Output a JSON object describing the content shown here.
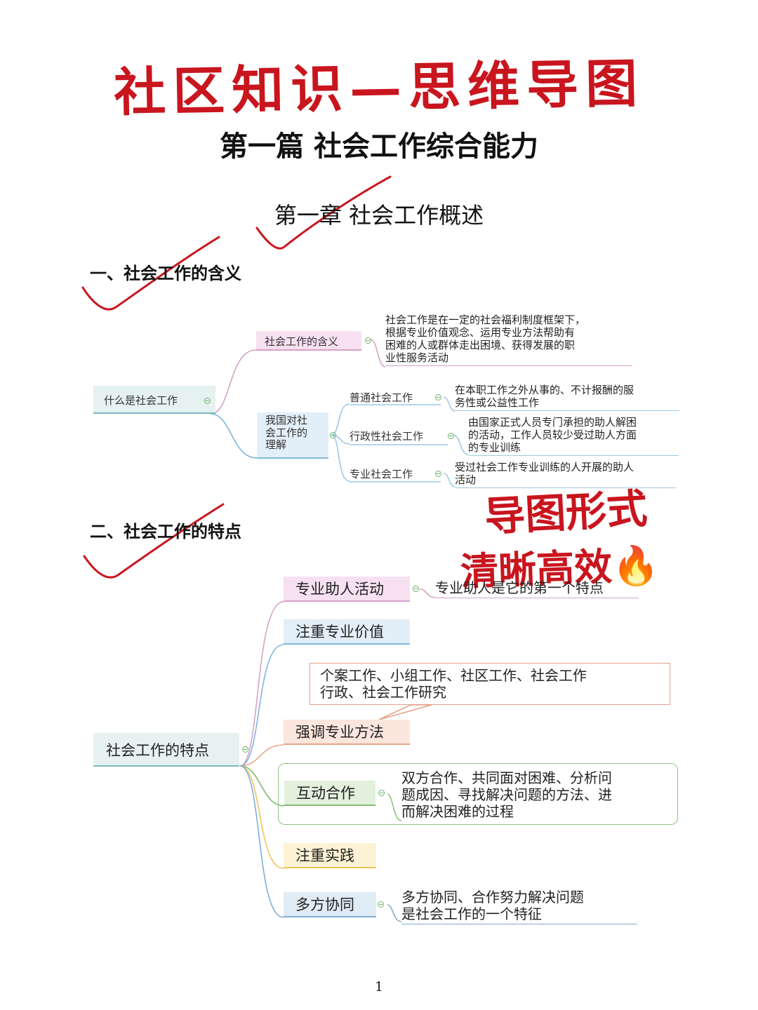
{
  "title": "社区知识—思维导图",
  "part_title": "第一篇 社会工作综合能力",
  "chapter_title": "第一章 社会工作概述",
  "sections": [
    {
      "label": "一、社会工作的含义"
    },
    {
      "label": "二、社会工作的特点"
    }
  ],
  "overlay": {
    "line1": "导图形式",
    "line2": "清晰高效",
    "emoji": "🔥"
  },
  "mindmap1": {
    "root": "什么是社会工作",
    "meaning": {
      "label": "社会工作的含义",
      "desc": [
        "社会工作是在一定的社会福利制度框架下，",
        "根据专业价值观念、运用专业方法帮助有",
        "困难的人或群体走出困境、获得发展的职",
        "业性服务活动"
      ]
    },
    "understanding": {
      "label": [
        "我国对社",
        "会工作的",
        "理解"
      ],
      "types": [
        {
          "label": "普通社会工作",
          "desc": [
            "在本职工作之外从事的、不计报酬的服",
            "务性或公益性工作"
          ]
        },
        {
          "label": "行政性社会工作",
          "desc": [
            "由国家正式人员专门承担的助人解困",
            "的活动，工作人员较少受过助人方面",
            "的专业训练"
          ]
        },
        {
          "label": "专业社会工作",
          "desc": [
            "受过社会工作专业训练的人开展的助人",
            "活动"
          ]
        }
      ]
    }
  },
  "mindmap2": {
    "root": "社会工作的特点",
    "features": [
      {
        "label": "专业助人活动",
        "desc": [
          "专业助人是它的第一个特点"
        ]
      },
      {
        "label": "注重专业价值"
      },
      {
        "label": "强调专业方法",
        "desc": [
          "个案工作、小组工作、社区工作、社会工作",
          "行政、社会工作研究"
        ]
      },
      {
        "label": "互动合作",
        "desc": [
          "双方合作、共同面对困难、分析问",
          "题成因、寻找解决问题的方法、进",
          "而解决困难的过程"
        ]
      },
      {
        "label": "注重实践"
      },
      {
        "label": "多方协同",
        "desc": [
          "多方协同、合作努力解决问题",
          "是社会工作的一个特征"
        ]
      }
    ]
  },
  "page_number": "1",
  "colors": {
    "handwriting": "#c9151e",
    "pink": "#d8a0c8",
    "blue": "#80b6dc",
    "teal": "#7fb7bd",
    "orange": "#e9a483",
    "green": "#7dbb6d",
    "yellow": "#f0c35a"
  }
}
